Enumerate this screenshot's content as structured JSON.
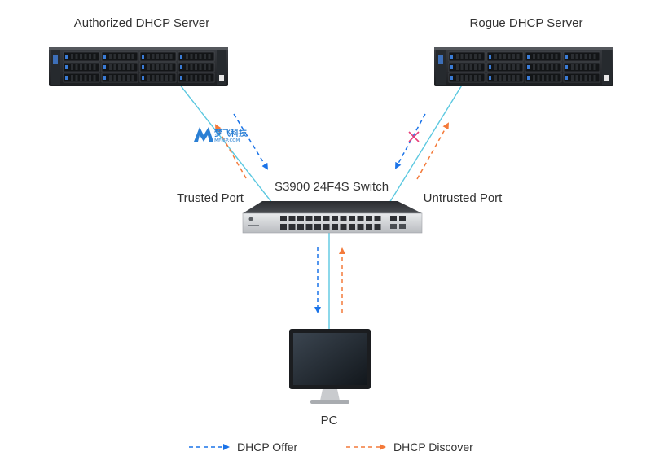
{
  "labels": {
    "authorized_server": "Authorized DHCP Server",
    "rogue_server": "Rogue DHCP Server",
    "switch": "S3900 24F4S Switch",
    "trusted_port": "Trusted Port",
    "untrusted_port": "Untrusted Port",
    "pc": "PC"
  },
  "legend": {
    "offer": "DHCP Offer",
    "discover": "DHCP Discover"
  },
  "watermark": {
    "brand": "梦飞科技",
    "domain": "MFISP.COM"
  },
  "colors": {
    "offer": "#1a73e8",
    "discover": "#f47a3a",
    "cable": "#5bc8e0",
    "blocked": "#e8407a"
  },
  "icons": {
    "server": "rack-server-icon",
    "switch": "network-switch-icon",
    "pc": "desktop-monitor-icon",
    "blocked": "blocked-x-icon"
  }
}
